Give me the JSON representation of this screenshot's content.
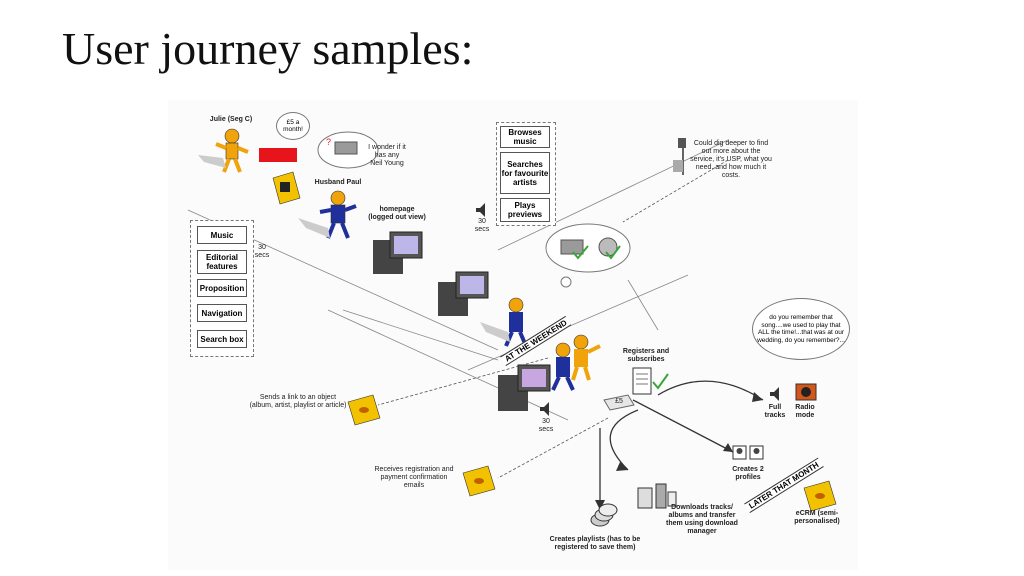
{
  "title": "User journey samples:",
  "characters": {
    "julie": "Julie (Seg C)",
    "paul": "Husband Paul"
  },
  "thoughts": {
    "julie_price": "£5 a month!",
    "paul_wonder": "I wonder if it has any Neil Young",
    "remember": "do you remember that song....we used to play that ALL the time!...that was at our wedding, do you remember?..."
  },
  "homepage": "homepage (logged out view)",
  "left_panel": [
    "Music",
    "Editorial features",
    "Proposition",
    "Navigation",
    "Search box"
  ],
  "right_panel": [
    "Browses music",
    "Searches for favourite artists",
    "Plays previews"
  ],
  "secs_label": "30 secs",
  "dig_deeper": "Could dig deeper to find out more about the service, it's USP, what you need, and how much it costs.",
  "weekend": "AT THE WEEKEND",
  "later": "LATER THAT MONTH",
  "sends_link": "Sends a link to an object (album, artist, playlist or article)",
  "receives": "Receives registration and payment confirmation emails",
  "registers": "Registers and subscribes",
  "full_tracks": "Full tracks",
  "radio_mode": "Radio mode",
  "creates_profiles": "Creates 2 profiles",
  "downloads": "Downloads tracks/ albums and transfer them using download manager",
  "playlists": "Creates  playlists (has to be registered to save them)",
  "ecrm": "eCRM (semi-personalised)",
  "card_price": "£5",
  "colors": {
    "figure": "#f0a30a",
    "figure_blue": "#1f2f9c",
    "envelope": "#f2c200",
    "red_box": "#e8141b"
  }
}
